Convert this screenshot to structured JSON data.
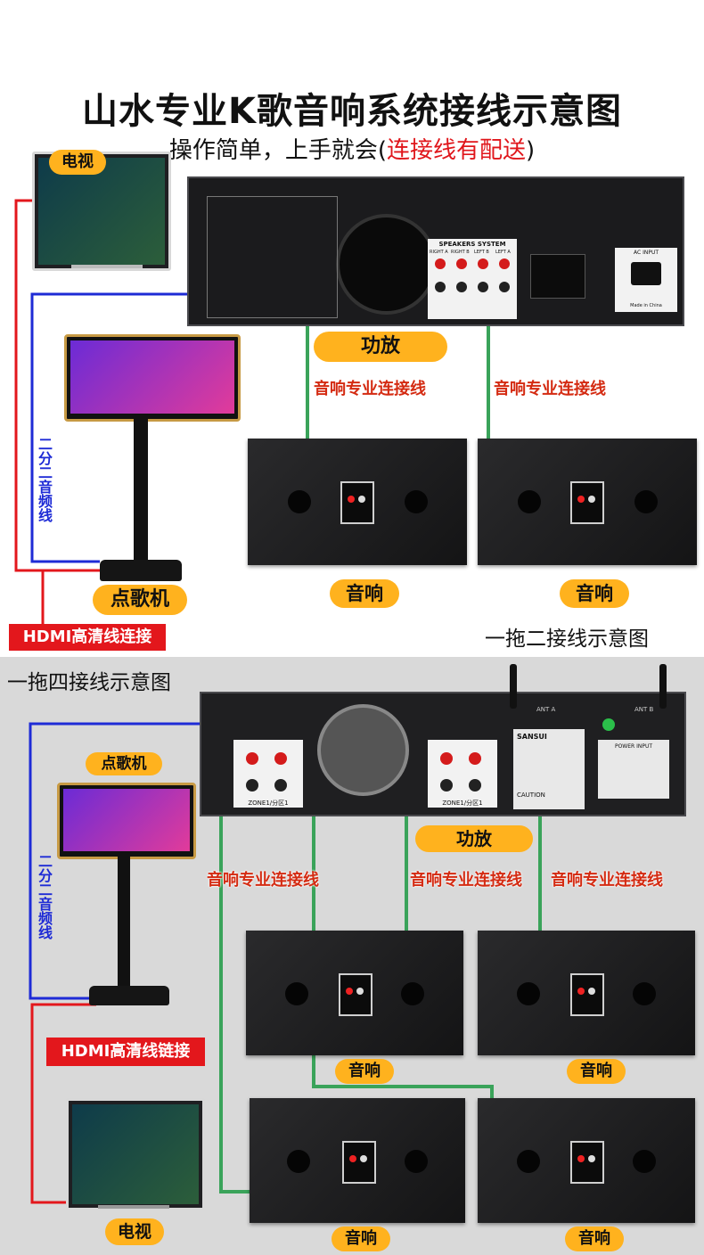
{
  "title": "山水专业K歌音响系统接线示意图",
  "subtitle_main": "操作简单，上手就会(",
  "subtitle_red": "连接线有配送",
  "subtitle_end": ")",
  "top": {
    "tv_label": "电视",
    "amp_label": "功放",
    "cable_left": "音响专业连接线",
    "cable_right": "音响专业连接线",
    "speaker_left": "音响",
    "speaker_right": "音响",
    "audio_cable": "二分二音频线",
    "kiosk_label": "点歌机",
    "hdmi_label": "HDMI高清线连接",
    "caption": "一拖二接线示意图",
    "amp_panel": {
      "speakers_system": "SPEAKERS SYSTEM",
      "right_a": "RIGHT A",
      "right_b": "RIGHT B",
      "left_b": "LEFT B",
      "left_a": "LEFT A",
      "ac_input": "AC INPUT",
      "made_in": "Made in China"
    }
  },
  "bottom": {
    "caption": "一拖四接线示意图",
    "kiosk_label": "点歌机",
    "amp_label": "功放",
    "cable_1": "音响专业连接线",
    "cable_2": "音响专业连接线",
    "cable_3": "音响专业连接线",
    "audio_cable": "二分二音频线",
    "hdmi_label": "HDMI高清线链接",
    "tv_label": "电视",
    "speakers": [
      "音响",
      "音响",
      "音响",
      "音响"
    ],
    "amp_panel": {
      "zone1": "ZONE1/分区1",
      "zone2": "ZONE1/分区1",
      "brand": "SANSUI",
      "power_input": "POWER INPUT",
      "ant_a": "ANT A",
      "ant_b": "ANT B",
      "caution": "CAUTION"
    }
  },
  "colors": {
    "red_wire": "#e3171c",
    "blue_wire": "#1e2bd6",
    "green_wire": "#3aa35a",
    "pill": "#ffb21e",
    "caption_text": "#d42b12"
  }
}
